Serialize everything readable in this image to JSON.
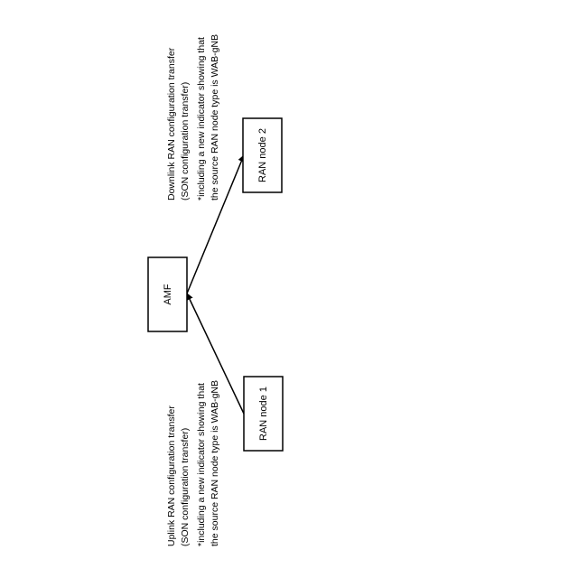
{
  "nodes": {
    "amf": "AMF",
    "ran_node_1": "RAN node 1",
    "ran_node_2": "RAN node 2"
  },
  "uplink_note": {
    "line1": "Uplink RAN configuration transfer",
    "line2": "(SON configuration transfer)",
    "line3": "*including a new indicator showing that",
    "line4": "the source RAN node type is WAB-gNB"
  },
  "downlink_note": {
    "line1": "Downlink RAN configuration transfer",
    "line2": "(SON configuration transfer)",
    "line3": "*including a new indicator showing that",
    "line4": "the source RAN node type is WAB-gNB"
  },
  "colors": {
    "stroke": "#000000",
    "background": "#ffffff"
  }
}
